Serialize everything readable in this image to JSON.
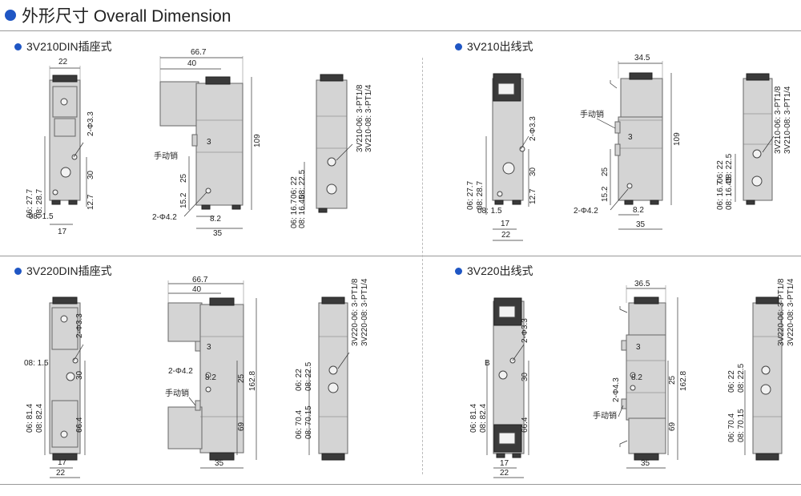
{
  "header": {
    "title": "外形尺寸 Overall Dimension"
  },
  "sections": [
    {
      "label": "3V210DIN插座式"
    },
    {
      "label": "3V210出线式"
    },
    {
      "label": "3V220DIN插座式"
    },
    {
      "label": "3V220出线式"
    }
  ],
  "q1": {
    "w22": "22",
    "pt2": "2-Φ3.3",
    "d30": "30",
    "d127": "12.7",
    "h06": "06: 27.7",
    "h08": "08: 28.7",
    "b08": "08: 1.5",
    "w17": "17",
    "t667": "66.7",
    "t40": "40",
    "n3": "3",
    "manual": "手动销",
    "d25": "25",
    "d152": "15.2",
    "hole": "2-Φ4.2",
    "d82": "8.2",
    "w35": "35",
    "h109": "109",
    "v06": "3V210-06: 3-PT1/8",
    "v08": "3V210-08: 3-PT1/4",
    "p06": "06: 22",
    "p08": "08: 22.5",
    "q06": "06: 16.7",
    "q08": "08: 16.45"
  },
  "q2": {
    "w345": "34.5",
    "manual": "手动销",
    "n3": "3",
    "d25": "25",
    "d152": "15.2",
    "hole": "2-Φ4.2",
    "d82": "8.2",
    "w35": "35",
    "h109": "109",
    "pt2": "2-Φ3.3",
    "d30": "30",
    "d127": "12.7",
    "h06": "06: 27.7",
    "h08": "08: 28.7",
    "b08": "08: 1.5",
    "w17": "17",
    "w22": "22",
    "v06": "3V210-06: 3-PT1/8",
    "v08": "3V210-08: 3-PT1/4",
    "p06": "06: 22",
    "p08": "08: 22.5",
    "q06": "06: 16.7",
    "q08": "08: 16.45"
  },
  "q3": {
    "pt2": "2-Φ3.3",
    "b08": "08: 1.5",
    "d30": "30",
    "h06": "06: 81.4",
    "h08": "08: 82.4",
    "d664": "66.4",
    "w17": "17",
    "w22": "22",
    "t667": "66.7",
    "t40": "40",
    "n3": "3",
    "hole": "2-Φ4.2",
    "d82": "8.2",
    "manual": "手动销",
    "d25": "25",
    "h1628": "162.8",
    "d69": "69",
    "w35": "35",
    "v06": "3V220-06: 3-PT1/8",
    "v08": "3V220-08: 3-PT1/4",
    "p06": "06: 22",
    "p08": "08: 22.5",
    "q06": "06: 70.4",
    "q08": "08: 70.15"
  },
  "q4": {
    "pt2": "2-Φ3.3",
    "b": "B",
    "d30": "30",
    "h06": "06: 81.4",
    "h08": "08: 82.4",
    "d664": "66.4",
    "w17": "17",
    "w22": "22",
    "w365": "36.5",
    "n3": "3",
    "pt43": "2-Φ4.3",
    "d82": "8.2",
    "manual": "手动销",
    "d25": "25",
    "h1628": "162.8",
    "d69": "69",
    "w35": "35",
    "v06": "3V220-06: 3-PT1/8",
    "v08": "3V220-08: 3-PT1/4",
    "p06": "06: 22",
    "p08": "08: 22.5",
    "q06": "06: 70.4",
    "q08": "08: 70.15"
  },
  "colors": {
    "accent": "#1f56c4",
    "body": "#d4d4d4"
  }
}
